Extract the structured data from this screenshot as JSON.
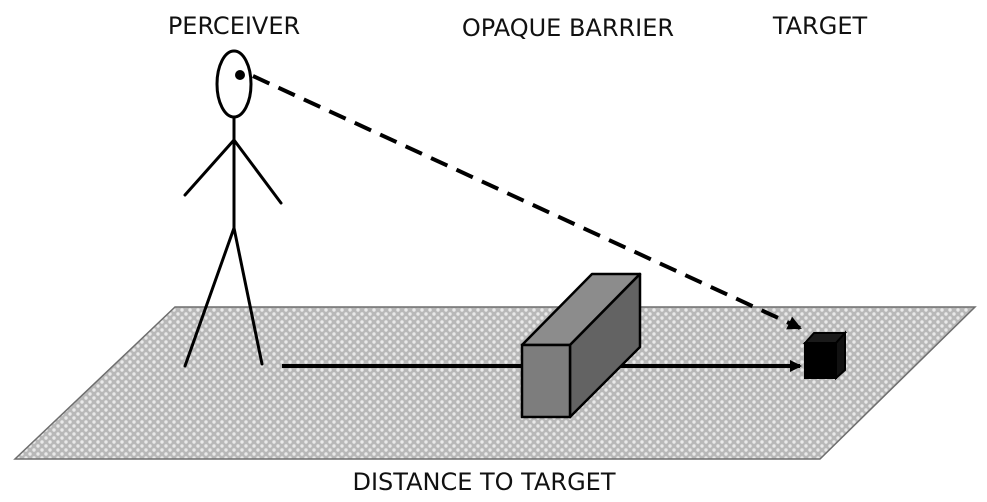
{
  "labels": {
    "perceiver": "PERCEIVER",
    "barrier": "OPAQUE BARRIER",
    "target": "TARGET",
    "distance": "DISTANCE TO TARGET"
  },
  "colors": {
    "floor_base": "#b8b8b8",
    "floor_dot": "#e8e8e8",
    "floor_border": "#6e6e6e",
    "barrier_front": "#7d7d7d",
    "barrier_top": "#8c8c8c",
    "barrier_side": "#636363",
    "target": "#000000",
    "lines": "#000000"
  }
}
